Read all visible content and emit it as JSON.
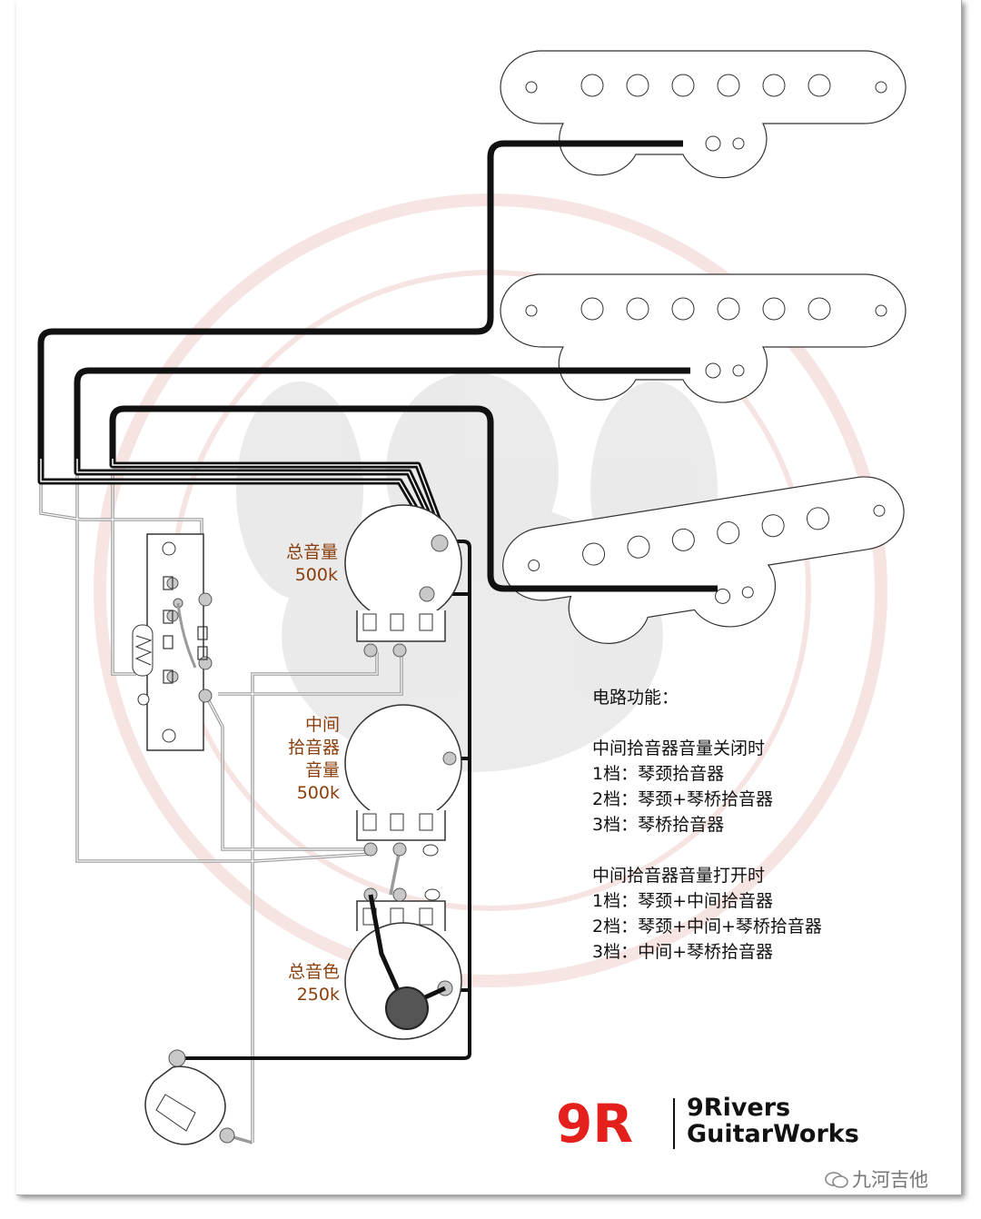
{
  "pots": {
    "volume_master": {
      "name": "总音量",
      "value": "500k"
    },
    "volume_middle": {
      "name_line1": "中间",
      "name_line2": "拾音器",
      "name_line3": "音量",
      "value": "500k"
    },
    "tone_master": {
      "name": "总音色",
      "value": "250k"
    }
  },
  "circuit": {
    "title": "电路功能：",
    "groups": [
      {
        "heading": "中间拾音器音量关闭时",
        "positions": [
          "1档：琴颈拾音器",
          "2档：琴颈+琴桥拾音器",
          "3档：琴桥拾音器"
        ]
      },
      {
        "heading": "中间拾音器音量打开时",
        "positions": [
          "1档：琴颈+中间拾音器",
          "2档：琴颈+中间+琴桥拾音器",
          "3档：中间+琴桥拾音器"
        ]
      }
    ]
  },
  "brand": {
    "logo": "9R",
    "line1": "9Rivers",
    "line2": "GuitarWorks",
    "logo_color": "#e3201b"
  },
  "watermark": {
    "icon": "wechat-icon",
    "text": "九河吉他"
  },
  "colors": {
    "hot_wire": "#111111",
    "ground_wire": "#9a9a9a",
    "label": "#8a3e0b",
    "solder": "#c8c8c8"
  }
}
